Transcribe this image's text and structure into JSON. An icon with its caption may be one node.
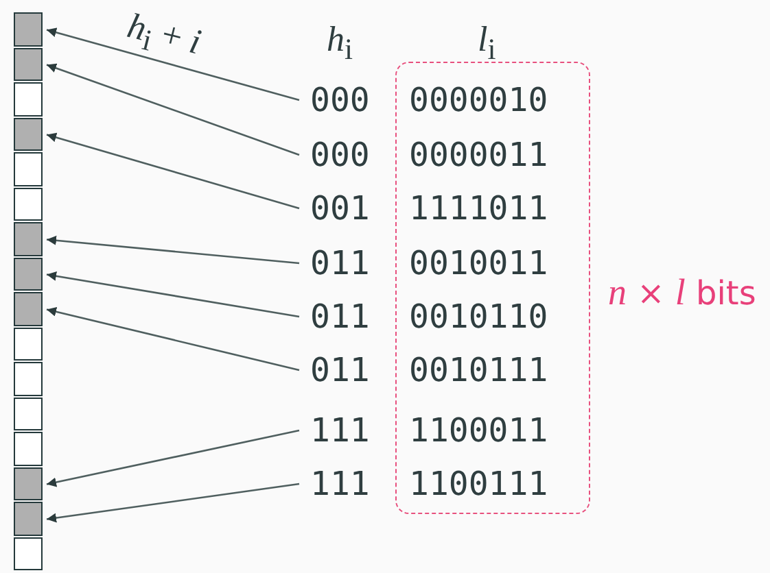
{
  "diagram": {
    "nodes": [
      {
        "text": [],
        "shape": "box"
      },
      {
        "text": [],
        "shape": "box"
      },
      {
        "text": [],
        "shape": "box"
      },
      {
        "text": [],
        "shape": "box"
      },
      {
        "text": [],
        "shape": "box"
      },
      {
        "text": [],
        "shape": "box"
      },
      {
        "text": [],
        "shape": "box"
      },
      {
        "text": [],
        "shape": "box"
      },
      {
        "text": [],
        "shape": "box"
      },
      {
        "text": [],
        "shape": "box"
      },
      {
        "text": [],
        "shape": "box"
      },
      {
        "text": [],
        "shape": "box"
      },
      {
        "text": [],
        "shape": "box"
      },
      {
        "text": [],
        "shape": "box"
      },
      {
        "text": [],
        "shape": "box"
      },
      {
        "text": [],
        "shape": "box"
      },
      {
        "text": [
          "000"
        ]
      },
      {
        "text": [
          "000"
        ]
      },
      {
        "text": [
          "001"
        ]
      },
      {
        "text": [
          "011"
        ]
      },
      {
        "text": [
          "011"
        ]
      },
      {
        "text": [
          "011"
        ]
      },
      {
        "text": [
          "111"
        ]
      },
      {
        "text": [
          "111"
        ]
      },
      {
        "text": [
          "*l*$_{i}$"
        ],
        "beside": [
          "*n* × *l* bits"
        ]
      }
    ],
    "edges": [
      {
        "from": 16,
        "to": 0,
        "arrow": "to"
      },
      {
        "from": 17,
        "to": 1,
        "arrow": "to"
      },
      {
        "from": 18,
        "to": 3,
        "arrow": "to"
      },
      {
        "from": 19,
        "to": 6,
        "arrow": "to"
      },
      {
        "from": 20,
        "to": 7,
        "arrow": "to"
      },
      {
        "from": 21,
        "to": 8,
        "arrow": "to"
      },
      {
        "from": 22,
        "to": 13,
        "arrow": "to"
      },
      {
        "from": 23,
        "to": 14,
        "arrow": "to"
      }
    ],
    "labels": [
      "*h*$_{i}$ + *i*",
      "*h*$_{i}$",
      "0000010",
      "0000011",
      "1111011",
      "0010011",
      "0010110",
      "0010111",
      "1100011",
      "1100111"
    ]
  }
}
